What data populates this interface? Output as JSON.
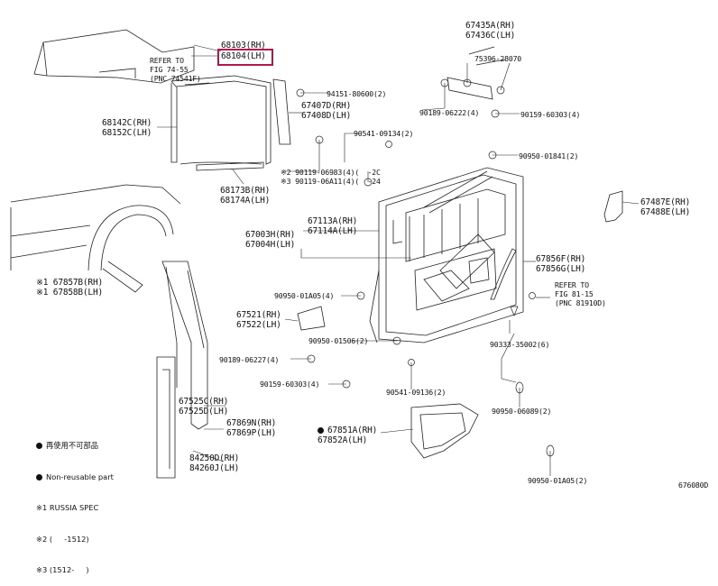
{
  "parts": {
    "p68103": "68103(RH)",
    "p68104": "68104(LH)",
    "refer_74": "REFER TO\nFIG 74-55\n(PNC 74541F)",
    "p68142": "68142C(RH)\n68152C(LH)",
    "p94151": "94151-80600(2)",
    "p67407": "67407D(RH)\n67408D(LH)",
    "p90541a": "90541-09134(2)",
    "p90119": "※2 90119-06983(4)(  -2C\n※3 90119-06A11(4)(  -24",
    "p68173": "68173B(RH)\n68174A(LH)",
    "p67113": "67113A(RH)\n67114A(LH)",
    "p67003": "67003H(RH)\n67004H(LH)",
    "p67857": "※1 67857B(RH)\n※1 67858B(LH)",
    "p67435": "67435A(RH)\n67436C(LH)",
    "p75396": "75396-28070",
    "p90189a": "90189-06222(4)",
    "p90159a": "90159-60303(4)",
    "p90950a": "90950-01841(2)",
    "p67487": "67487E(RH)\n67488E(LH)",
    "p67856": "67856F(RH)\n67856G(LH)",
    "refer_81": "REFER TO\nFIG 81-15\n(PNC 81910D)",
    "p90950b": "90950-01A05(4)",
    "p67521": "67521(RH)\n67522(LH)",
    "p90950c": "90950-01506(2)",
    "p90333": "90333-35002(6)",
    "p90189b": "90189-06227(4)",
    "p90159b": "90159-60303(4)",
    "p90541b": "90541-09136(2)",
    "p90950d": "90950-06089(2)",
    "p67525": "67525C(RH)\n67525D(LH)",
    "p67869": "67869N(RH)\n67869P(LH)",
    "p67851": "67851A(RH)\n67852A(LH)",
    "p84250": "84250D(RH)\n84260J(LH)",
    "p90950e": "90950-01A05(2)"
  },
  "legend": {
    "jp_label": "再使用不可部品",
    "en_label": "Non-reusable part",
    "note1": "※1 RUSSIA SPEC",
    "note2": "※2 (     -1512)",
    "note3": "※3 (1512-     )"
  },
  "figure_code": "676080D",
  "colors": {
    "highlight": "#b0174a",
    "ink": "#111111"
  }
}
